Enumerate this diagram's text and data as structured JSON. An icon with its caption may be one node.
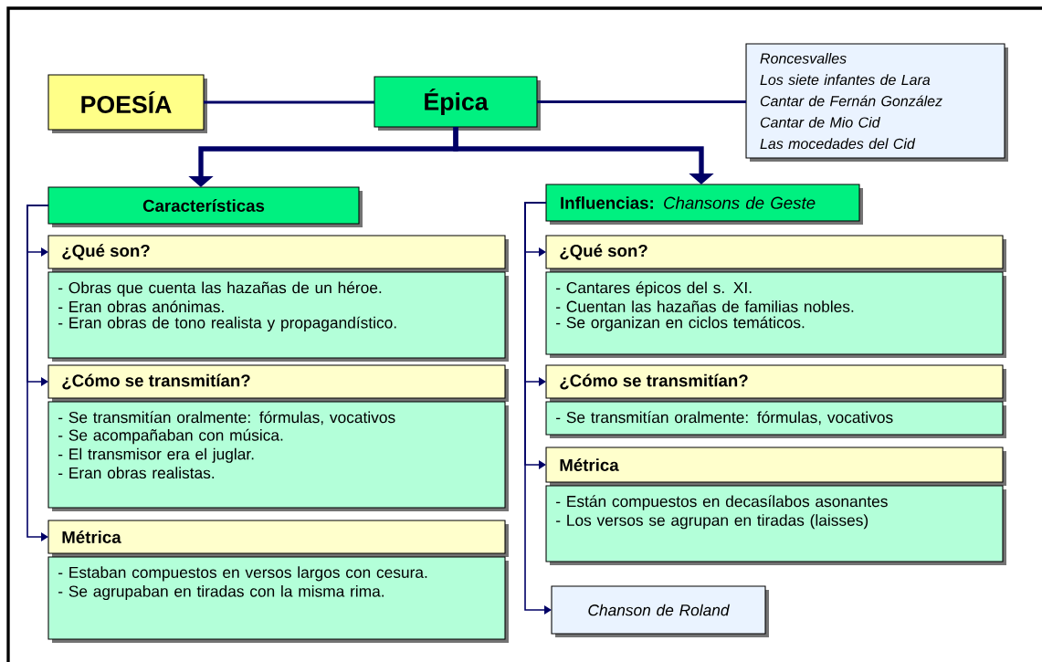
{
  "diagram": {
    "nodes": [
      {
        "text": [
          "POESÍA"
        ]
      },
      {
        "text": [
          "Épica"
        ]
      },
      {
        "text": [
          "Roncesvalles",
          "Los siete infantes de Lara",
          "Cantar de Fernán González",
          "Cantar de Mio Cid",
          "Las mocedades del Cid"
        ]
      },
      {
        "text": [
          "Características"
        ]
      },
      {
        "text": [
          "**Influencias:** *Chansons de Geste*"
        ]
      },
      {
        "text": [
          "¿Qué son?",
          "- Obras que cuenta las hazañas de un héroe.",
          "- Eran obras anónimas.",
          "- Eran obras de tono realista y propagandístico."
        ]
      },
      {
        "text": [
          "¿Cómo se transmitían?",
          "- Se transmitían oralmente: fórmulas, vocativos",
          "- Se acompañaban con música.",
          "- El transmisor era el juglar.",
          "- Eran obras realistas."
        ]
      },
      {
        "text": [
          "Métrica",
          "- Estaban compuestos en versos largos con cesura.",
          "- Se agrupaban en tiradas con la misma rima."
        ]
      },
      {
        "text": [
          "¿Qué son?",
          "- Cantares épicos del s. XI.",
          "- Cuentan las hazañas de familias nobles.",
          "- Se organizan en ciclos temáticos."
        ]
      },
      {
        "text": [
          "¿Cómo se transmitían?",
          "- Se transmitían oralmente: fórmulas, vocativos"
        ]
      },
      {
        "text": [
          "Métrica",
          "- Están compuestos en decasílabos asonantes",
          "- Los versos se agrupan en tiradas (laisses)"
        ]
      },
      {
        "text": [
          "Chanson de Roland"
        ]
      }
    ],
    "edges": [
      {
        "from": 0,
        "to": 1,
        "arrow": "none"
      },
      {
        "from": 1,
        "to": 2,
        "arrow": "none"
      },
      {
        "from": 1,
        "to": 3,
        "arrow": "to",
        "style": "thick"
      },
      {
        "from": 1,
        "to": 4,
        "arrow": "to",
        "style": "thick"
      },
      {
        "from": 3,
        "to": 5,
        "arrow": "to"
      },
      {
        "from": 3,
        "to": 6,
        "arrow": "to"
      },
      {
        "from": 3,
        "to": 7,
        "arrow": "to"
      },
      {
        "from": 4,
        "to": 8,
        "arrow": "to"
      },
      {
        "from": 4,
        "to": 9,
        "arrow": "to"
      },
      {
        "from": 4,
        "to": 10,
        "arrow": "to"
      },
      {
        "from": 4,
        "to": 11,
        "arrow": "to"
      }
    ]
  }
}
